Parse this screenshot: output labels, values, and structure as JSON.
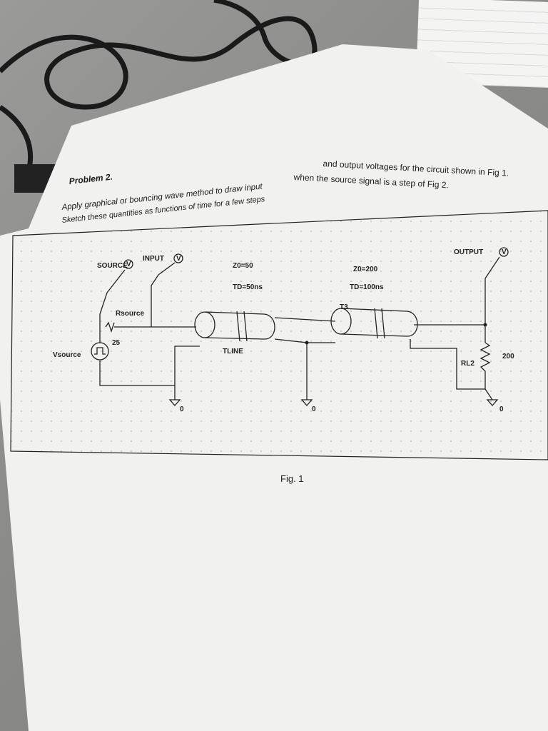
{
  "document": {
    "problem_title": "Problem 2.",
    "line1_part1": "Apply graphical or bouncing wave method to draw input",
    "line1_part2": "and output voltages for the circuit shown in Fig 1.",
    "line2_part1": "Sketch these quantities as functions of time for a few steps",
    "line2_part2": "when the source signal is a step of Fig 2.",
    "figure_caption": "Fig. 1"
  },
  "schematic": {
    "source_label": "SOURCE",
    "input_label": "INPUT",
    "output_label": "OUTPUT",
    "probe_symbol": "V",
    "rsource_label": "Rsource",
    "rsource_value": "25",
    "vsource_label": "Vsource",
    "tline1_label": "TLINE",
    "tline1_z0": "Z0=50",
    "tline1_td": "TD=50ns",
    "tline2_label": "T3",
    "tline2_z0": "Z0=200",
    "tline2_td": "TD=100ns",
    "load_label": "RL2",
    "load_value": "200",
    "ground_label_1": "0",
    "ground_label_2": "0",
    "ground_label_3": "0"
  }
}
